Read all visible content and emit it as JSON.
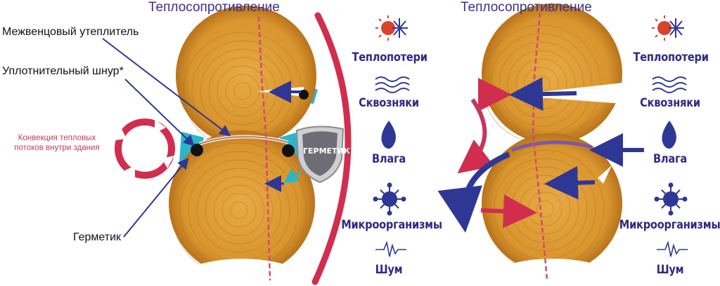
{
  "left_panel": {
    "title": "Теплосопротивление",
    "labels": {
      "interlayer": "Межвенцовый утеплитель",
      "cord": "Уплотнительный шнур*",
      "sealant": "Герметик",
      "convection": "Конвекция тепловых потоков внутри здания"
    },
    "shield_text": "ГЕРМЕТИК",
    "factors": [
      "Теплопотери",
      "Сквозняки",
      "Влага",
      "Микроорганизмы",
      "Шум"
    ]
  },
  "right_panel": {
    "title": "Теплосопротивление",
    "factors": [
      "Теплопотери",
      "Сквозняки",
      "Влага",
      "Микроорганизмы",
      "Шум"
    ]
  },
  "colors": {
    "wood": "#d9952e",
    "ring": "#a86a1c",
    "accent_red": "#d12e4f",
    "arrow_blue": "#2f3795",
    "text_blue": "#2f2a86",
    "sealant_cyan": "#29b7c9"
  },
  "icons": [
    "sun-snowflake-icon",
    "wind-lines-icon",
    "water-drop-icon",
    "microbe-icon",
    "sound-wave-icon"
  ]
}
